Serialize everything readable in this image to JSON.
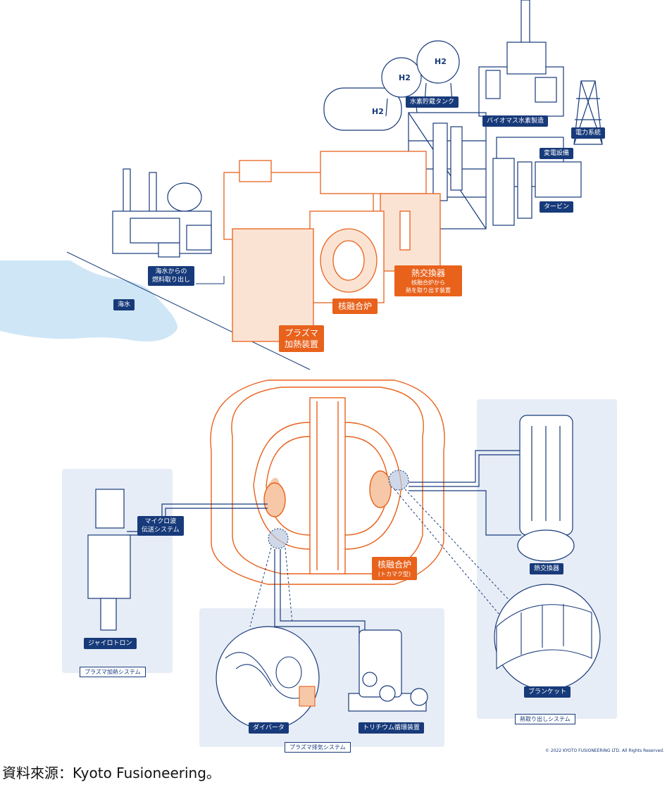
{
  "labels": {
    "hydrogen_tank": "水素貯蔵タンク",
    "biomass": "バイオマス水素製造",
    "power_grid": "電力系統",
    "substation": "変電設備",
    "turbine": "タービン",
    "seawater_fuel": "海水からの\n燃料取り出し",
    "sea": "海水",
    "heat_exchanger_top": "熱交換器",
    "heat_exchanger_top_sub": "核融合炉から\n熱を取り出す装置",
    "reactor_top": "核融合炉",
    "plasma_heating_top": "プラズマ\n加熱装置",
    "microwave": "マイクロ波\n伝送システム",
    "gyrotron": "ジャイロトロン",
    "plasma_heating_system": "プラズマ加熱システム",
    "reactor_main": "核融合炉",
    "reactor_main_sub": "(トカマク型)",
    "heat_exchanger_right": "熱交換器",
    "blanket": "ブランケット",
    "heat_extraction_system": "熱取り出しシステム",
    "divertor": "ダイバータ",
    "tritium": "トリチウム循環装置",
    "plasma_exhaust_system": "プラズマ排気システム",
    "h2_mark_1": "H2",
    "h2_mark_2": "H2",
    "h2_mark_3": "H2"
  },
  "copyright": "© 2022 KYOTO FUSIONEERING LTD.  All Rights Reserved.",
  "caption": "資料來源：Kyoto Fusioneering。",
  "colors": {
    "navy": "#173a7a",
    "orange": "#e8621c",
    "orange_light": "#f6c8a8",
    "panel": "#e7edf6",
    "sea": "#cfe6f6"
  }
}
